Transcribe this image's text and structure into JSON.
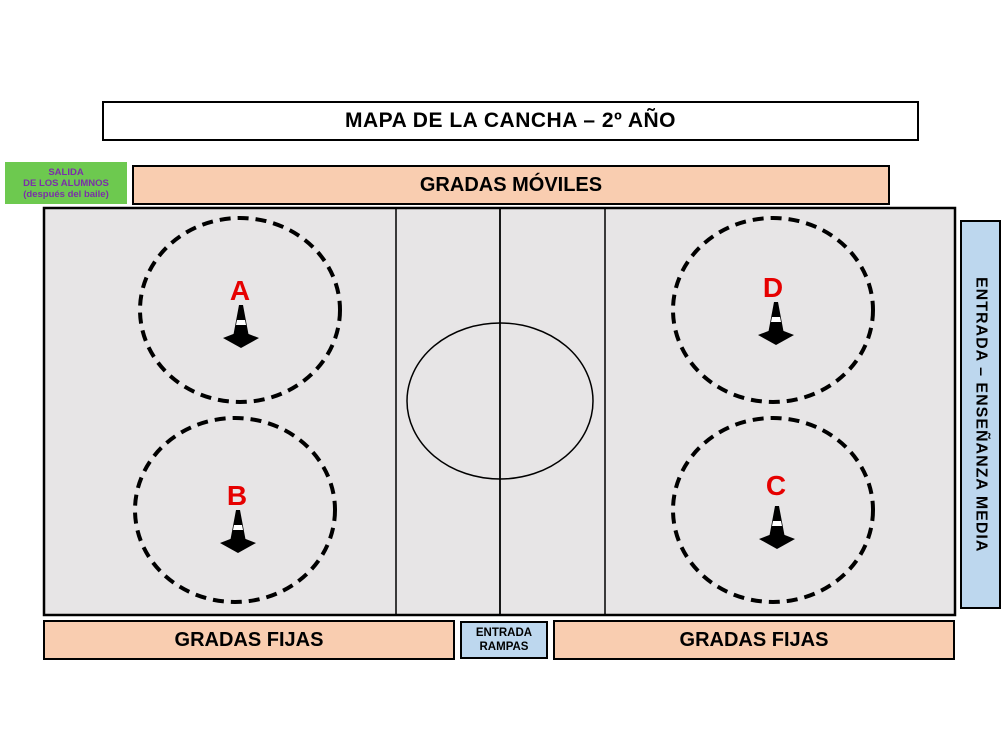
{
  "title": "MAPA DE LA CANCHA – 2º AÑO",
  "exit": {
    "line1": "SALIDA",
    "line2": "DE LOS ALUMNOS",
    "line3": "(después del baile)"
  },
  "bleachers_mobile": "GRADAS MÓVILES",
  "bleachers_fixed_left": "GRADAS FIJAS",
  "bleachers_fixed_right": "GRADAS FIJAS",
  "entrance_secondary": "ENTRADA – ENSEÑANZA MEDIA",
  "entrance_ramps": {
    "line1": "ENTRADA",
    "line2": "RAMPAS"
  },
  "zones": [
    {
      "label": "A"
    },
    {
      "label": "B"
    },
    {
      "label": "D"
    },
    {
      "label": "C"
    }
  ],
  "colors": {
    "court": "#e7e5e6",
    "bleachers": "#f9cdb0",
    "entrance": "#bdd7ee",
    "exit": "#6dc94f",
    "zone_label": "#e60000"
  }
}
